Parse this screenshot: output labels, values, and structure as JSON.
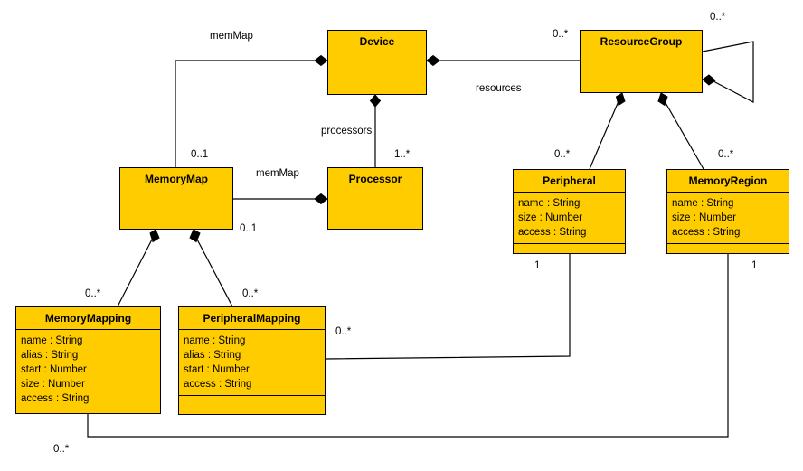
{
  "diagram": {
    "kind": "uml-class-diagram",
    "background": "#ffffff",
    "class_fill": "#FFCC00",
    "line_color": "#000000",
    "classes": [
      {
        "id": "device",
        "name": "Device",
        "attributes": [],
        "has_empty_compartment": false
      },
      {
        "id": "resourcegroup",
        "name": "ResourceGroup",
        "attributes": [],
        "has_empty_compartment": false
      },
      {
        "id": "memorymap",
        "name": "MemoryMap",
        "attributes": [],
        "has_empty_compartment": false
      },
      {
        "id": "processor",
        "name": "Processor",
        "attributes": [],
        "has_empty_compartment": false
      },
      {
        "id": "peripheral",
        "name": "Peripheral",
        "attributes": [
          "name : String",
          "size : Number",
          "access : String"
        ],
        "has_empty_compartment": true
      },
      {
        "id": "memoryregion",
        "name": "MemoryRegion",
        "attributes": [
          "name : String",
          "size : Number",
          "access : String"
        ],
        "has_empty_compartment": true
      },
      {
        "id": "memorymapping",
        "name": "MemoryMapping",
        "attributes": [
          "name : String",
          "alias : String",
          "start : Number",
          "size : Number",
          "access : String"
        ],
        "has_empty_compartment": true
      },
      {
        "id": "peripheralmapping",
        "name": "PeripheralMapping",
        "attributes": [
          "name : String",
          "alias : String",
          "start : Number",
          "access : String"
        ],
        "has_empty_compartment": true
      }
    ],
    "labels": {
      "memmap_top": "memMap",
      "memmap_mid": "memMap",
      "processors": "processors",
      "resources": "resources",
      "mult_resourcegroup_left": "0..*",
      "mult_resourcegroup_self": "0..*",
      "mult_memorymap_top": "0..1",
      "mult_processor_top": "1..*",
      "mult_memorymap_right": "0..1",
      "mult_peripheral_top": "0..*",
      "mult_memoryregion_top": "0..*",
      "mult_memorymapping_top": "0..*",
      "mult_peripheralmapping_top": "0..*",
      "mult_peripheralmapping_right": "0..*",
      "mult_peripheral_bottom": "1",
      "mult_memoryregion_bottom": "1",
      "mult_memorymapping_bottom": "0..*"
    }
  }
}
